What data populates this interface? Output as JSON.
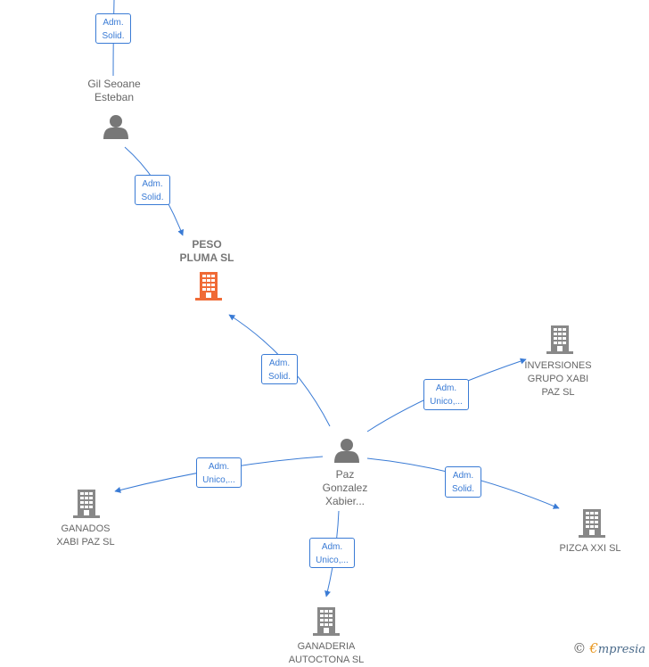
{
  "nodes": {
    "gil": {
      "label": "Gil Seoane\nEsteban",
      "type": "person"
    },
    "peso": {
      "label": "PESO\nPLUMA  SL",
      "type": "company-main"
    },
    "paz": {
      "label": "Paz\nGonzalez\nXabier...",
      "type": "person"
    },
    "inversiones": {
      "label": "INVERSIONES\nGRUPO XABI\nPAZ  SL",
      "type": "company"
    },
    "ganados": {
      "label": "GANADOS\nXABI PAZ  SL",
      "type": "company"
    },
    "pizca": {
      "label": "PIZCA XXI  SL",
      "type": "company"
    },
    "ganaderia": {
      "label": "GANADERIA\nAUTOCTONA  SL",
      "type": "company"
    }
  },
  "edges": {
    "top_gil": {
      "label": "Adm.\nSolid."
    },
    "gil_peso": {
      "label": "Adm.\nSolid."
    },
    "paz_peso": {
      "label": "Adm.\nSolid."
    },
    "paz_inversiones": {
      "label": "Adm.\nUnico,..."
    },
    "paz_ganados": {
      "label": "Adm.\nUnico,..."
    },
    "paz_pizca": {
      "label": "Adm.\nSolid."
    },
    "paz_ganaderia": {
      "label": "Adm.\nUnico,..."
    }
  },
  "brand": {
    "copyright": "©",
    "e": "€",
    "rest": "mpresia"
  },
  "colors": {
    "edge": "#3a7bd5",
    "main_company": "#f06a35",
    "company": "#888888",
    "person": "#777777"
  }
}
